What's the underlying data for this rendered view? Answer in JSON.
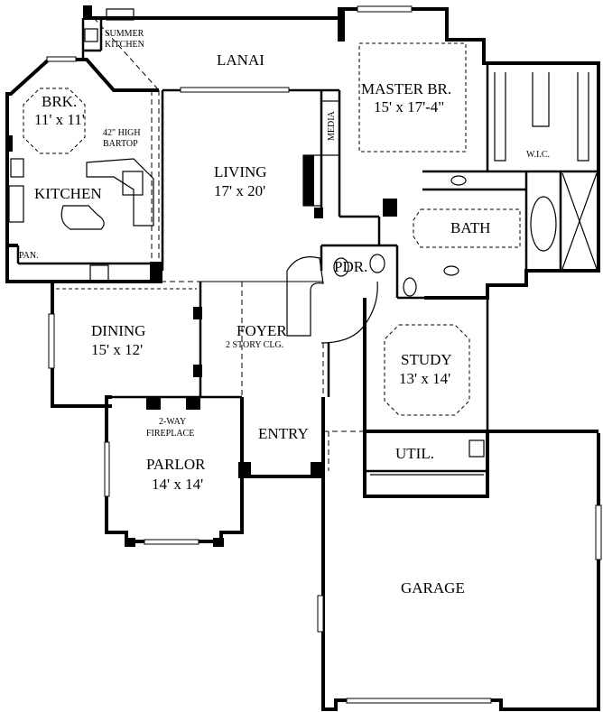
{
  "rooms": {
    "summer_kitchen": {
      "line1": "SUMMER",
      "line2": "KITCHEN"
    },
    "lanai": {
      "name": "LANAI"
    },
    "master": {
      "name": "MASTER BR.",
      "dims": "15' x 17'-4\""
    },
    "media": {
      "name": "MEDIA"
    },
    "wic": {
      "name": "W.I.C."
    },
    "brk": {
      "name": "BRK.",
      "dims": "11' x 11'"
    },
    "bartop": {
      "line1": "42\" HIGH",
      "line2": "BARTOP"
    },
    "kitchen": {
      "name": "KITCHEN"
    },
    "living": {
      "name": "LIVING",
      "dims": "17' x 20'"
    },
    "bath": {
      "name": "BATH"
    },
    "pdr": {
      "name": "PDR."
    },
    "pan": {
      "name": "PAN."
    },
    "dining": {
      "name": "DINING",
      "dims": "15' x 12'"
    },
    "foyer": {
      "name": "FOYER",
      "note": "2 STORY CLG."
    },
    "study": {
      "name": "STUDY",
      "dims": "13' x 14'"
    },
    "fireplace": {
      "line1": "2-WAY",
      "line2": "FIREPLACE"
    },
    "entry": {
      "name": "ENTRY"
    },
    "util": {
      "name": "UTIL."
    },
    "parlor": {
      "name": "PARLOR",
      "dims": "14' x 14'"
    },
    "garage": {
      "name": "GARAGE"
    }
  },
  "colors": {
    "wall": "#000000",
    "background": "#ffffff"
  }
}
